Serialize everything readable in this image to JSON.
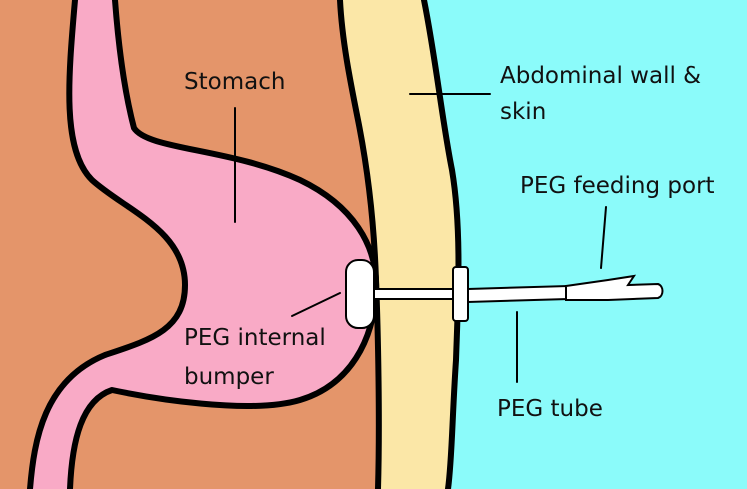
{
  "labels": {
    "stomach": "Stomach",
    "abdominal_wall_line1": "Abdominal wall &",
    "abdominal_wall_line2": "skin",
    "feeding_port": "PEG feeding port",
    "internal_bumper_line1": "PEG internal",
    "internal_bumper_line2": "bumper",
    "tube": "PEG tube"
  },
  "colors": {
    "body_interior": "#E4956A",
    "stomach": "#F9AAC6",
    "abdominal_wall": "#FBE7A7",
    "outside": "#8BFBFA",
    "outline": "#000000",
    "device": "#FFFFFF"
  }
}
